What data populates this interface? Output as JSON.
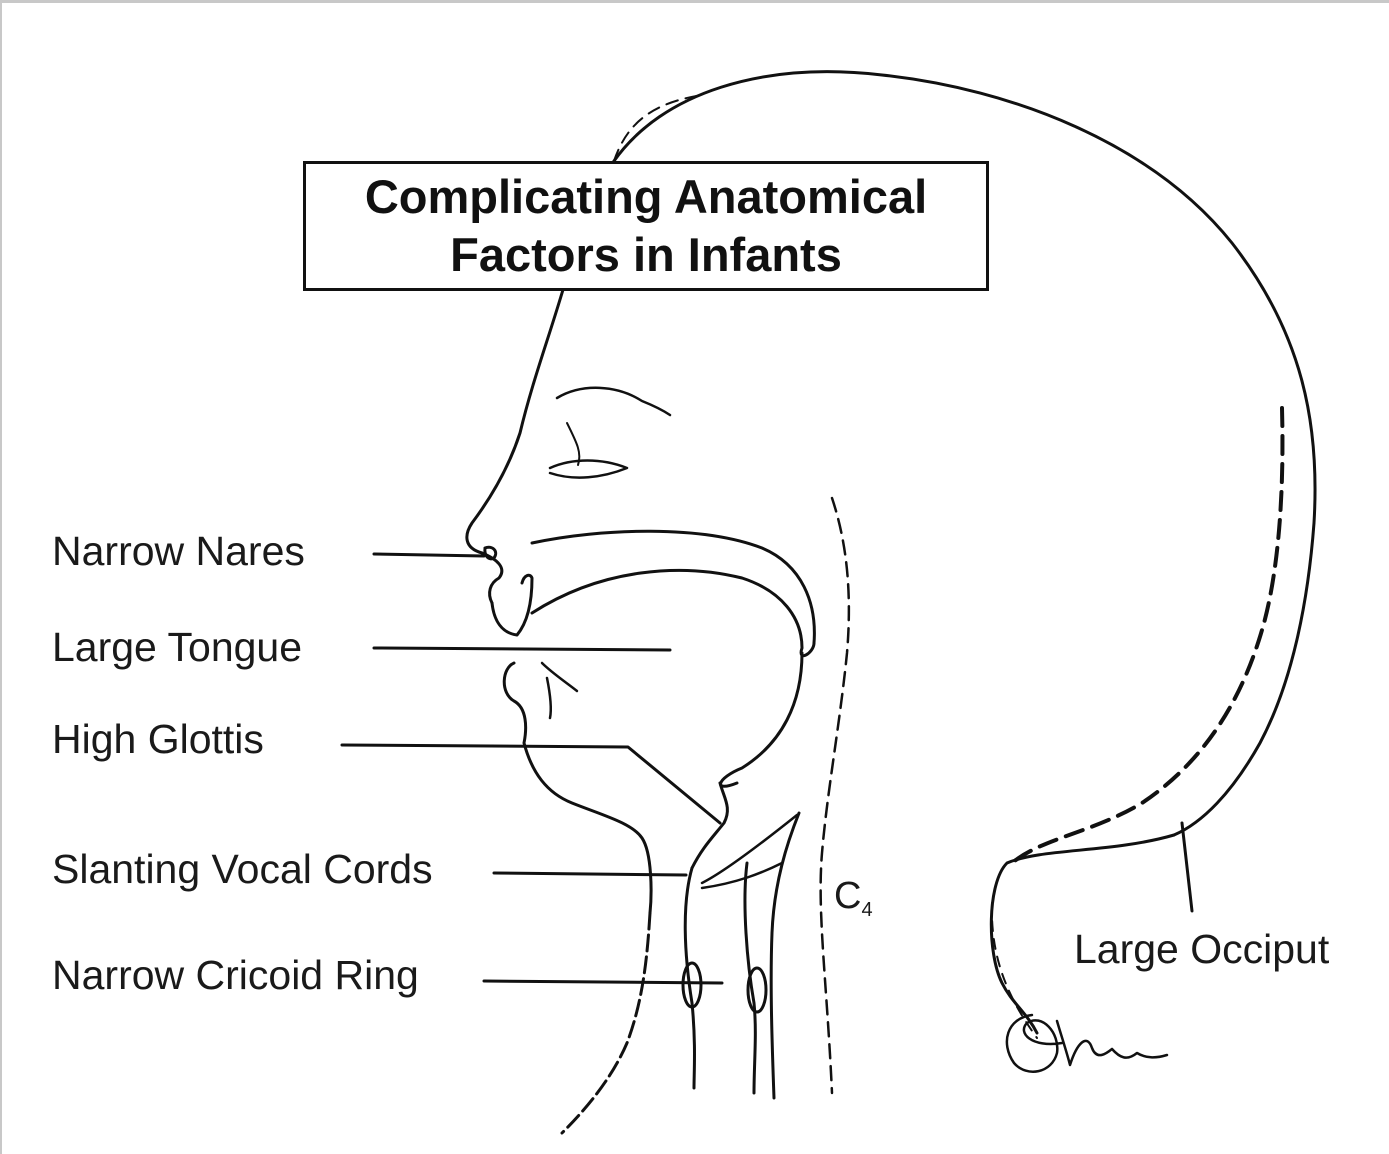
{
  "title": {
    "line1": "Complicating Anatomical",
    "line2": "Factors in Infants"
  },
  "labels": {
    "narrow_nares": "Narrow Nares",
    "large_tongue": "Large Tongue",
    "high_glottis": "High Glottis",
    "slanting_vocal_cords": "Slanting Vocal Cords",
    "narrow_cricoid_ring": "Narrow Cricoid Ring",
    "large_occiput": "Large Occiput"
  },
  "vertebra_marker": {
    "letter": "C",
    "subscript": "4"
  },
  "artist_signature": "Luce",
  "colors": {
    "ink": "#111111",
    "background": "#ffffff",
    "frame": "#c8c8c8"
  }
}
